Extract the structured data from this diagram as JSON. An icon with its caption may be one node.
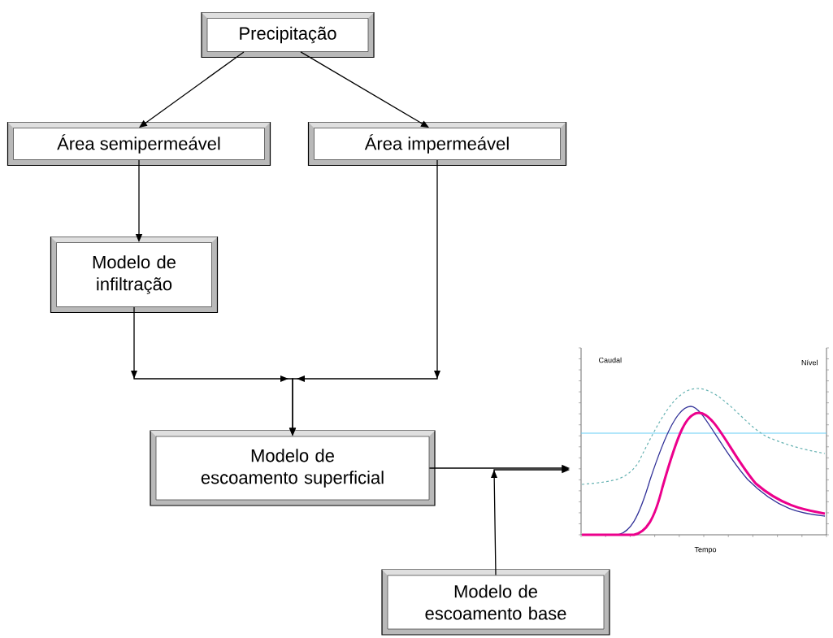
{
  "diagram": {
    "nodes": [
      {
        "text": [
          "Precipitação"
        ]
      },
      {
        "text": [
          "Área semipermeável"
        ]
      },
      {
        "text": [
          "Área impermeável"
        ]
      },
      {
        "text": [
          "Modelo de infiltração"
        ]
      },
      {
        "text": [
          "Modelo de escoamento superficial"
        ]
      },
      {
        "text": [
          "Modelo de escoamento base"
        ]
      },
      {
        "text": [
          "Caudal",
          "Nível",
          "Tempo"
        ]
      }
    ],
    "edges": [
      {
        "from": 0,
        "to": 1,
        "arrow": "to"
      },
      {
        "from": 0,
        "to": 2,
        "arrow": "to"
      },
      {
        "from": 1,
        "to": 3,
        "arrow": "to"
      },
      {
        "from": 3,
        "to": 4,
        "arrow": "to"
      },
      {
        "from": 2,
        "to": 4,
        "arrow": "to"
      },
      {
        "from": 4,
        "to": 6,
        "arrow": "to"
      },
      {
        "from": 5,
        "to": 6,
        "arrow": "to"
      }
    ]
  }
}
